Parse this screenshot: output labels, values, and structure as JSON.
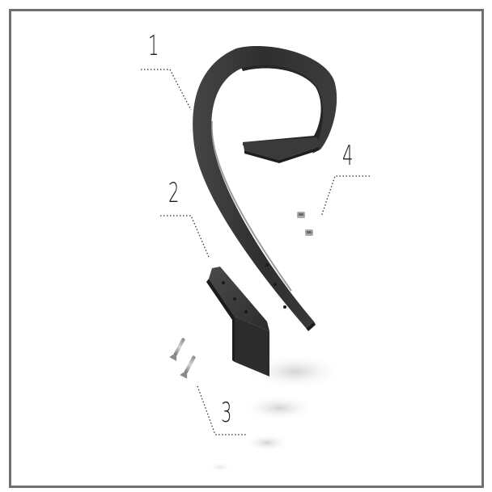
{
  "diagram": {
    "callouts": [
      {
        "id": "part-1",
        "label": "1"
      },
      {
        "id": "part-2",
        "label": "2"
      },
      {
        "id": "part-3",
        "label": "3"
      },
      {
        "id": "part-4",
        "label": "4"
      }
    ],
    "colors": {
      "frame": "#6f6f6f",
      "part_dark": "#2e2e2e",
      "part_mid": "#3a3a3a",
      "part_light": "#4a4a4a",
      "hardware": "#9a9a9a",
      "leader_line": "#333333",
      "shadow": "#d0d0d0"
    }
  }
}
